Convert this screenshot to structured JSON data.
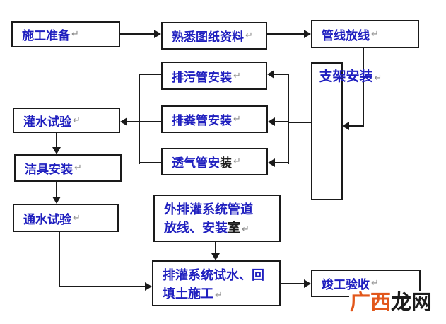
{
  "diagram": {
    "return_mark": "↵",
    "colors": {
      "node_text_blue": "#1f1fbf",
      "node_text_black": "#1c1c1c",
      "line_black": "#1a1a1a",
      "return_mark_gray": "#8a8a8a",
      "watermark_orange": "#e2571b",
      "watermark_black": "#1c1c1c",
      "background": "#ffffff"
    },
    "nodes": {
      "shigong": {
        "label": "施工准备"
      },
      "shuxi": {
        "label": "熟悉图纸资料"
      },
      "guanxian": {
        "label": "管线放线"
      },
      "paiwu": {
        "label": "排污管安装"
      },
      "paifen": {
        "label": "排粪管安装"
      },
      "touqi": {
        "label_blue": "透气管安",
        "label_black": "装"
      },
      "zhijia": {
        "label": "支架安装"
      },
      "guanshui": {
        "label": "灌水试验"
      },
      "jieju": {
        "label": "洁具安装"
      },
      "tongshui": {
        "label": "通水试验"
      },
      "waipai": {
        "line1": "外排灌系统管道",
        "line2_blue": "放线、安装",
        "line2_black": "室"
      },
      "paiguan": {
        "line1": "排灌系统试水、回",
        "line2": "填土施工"
      },
      "jungong": {
        "label": "竣工验收"
      }
    },
    "watermark": {
      "part1": "广西",
      "part2": "龙网"
    }
  }
}
